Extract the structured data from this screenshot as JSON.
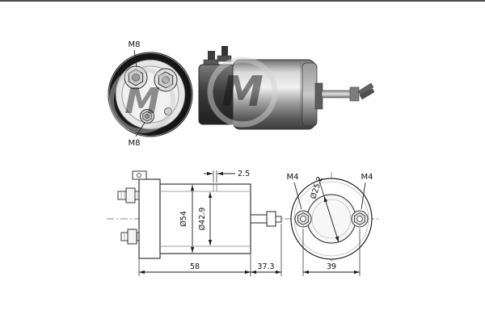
{
  "watermark": {
    "letter": "M"
  },
  "front_view": {
    "terminal_top": "M8",
    "terminal_bottom": "M8"
  },
  "side_drawing": {
    "dim_step": "2.5",
    "dim_outer_dia": "Ø54",
    "dim_inner_dia": "Ø42.9",
    "dim_body_length": "58",
    "dim_shaft_length": "37.3"
  },
  "rear_view": {
    "hole_left": "M4",
    "hole_right": "M4",
    "dim_pilot_dia": "Ø25.2",
    "dim_hole_spacing": "39"
  }
}
